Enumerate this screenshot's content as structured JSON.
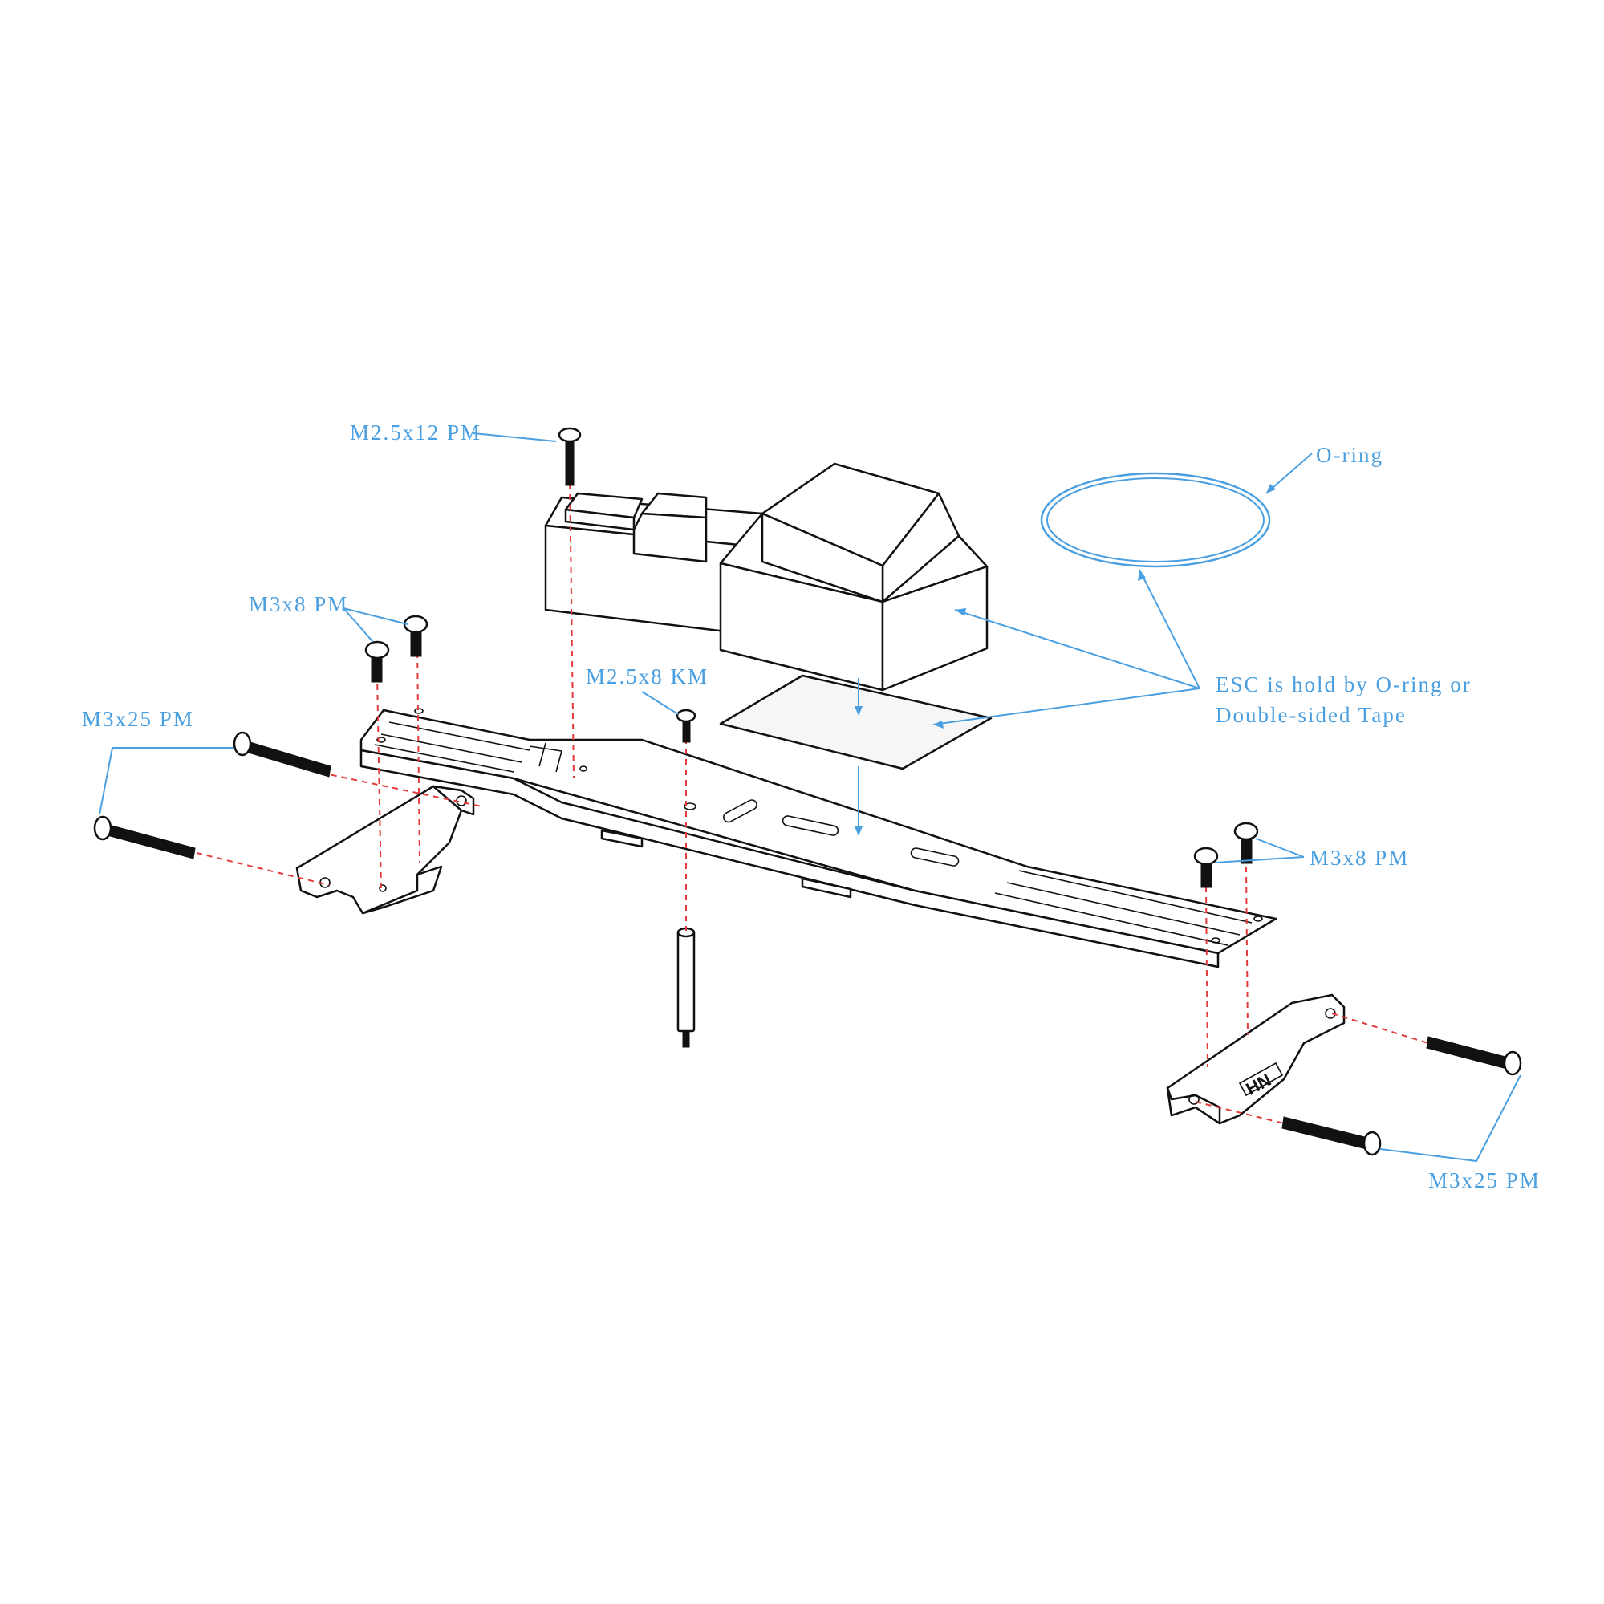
{
  "labels": {
    "top_screw": "M2.5x12 PM",
    "o_ring": "O-ring",
    "left_m3x8": "M3x8 PM",
    "center_screw": "M2.5x8 KM",
    "esc_note_line1": "ESC is hold by O-ring or",
    "esc_note_line2": "Double-sided Tape",
    "left_m3x25": "M3x25 PM",
    "right_m3x8": "M3x8 PM",
    "right_m3x25": "M3x25 PM",
    "logo": "HN"
  },
  "colors": {
    "label": "#4a9fe0",
    "guide_dash": "#e23b3b",
    "line": "#111111"
  }
}
